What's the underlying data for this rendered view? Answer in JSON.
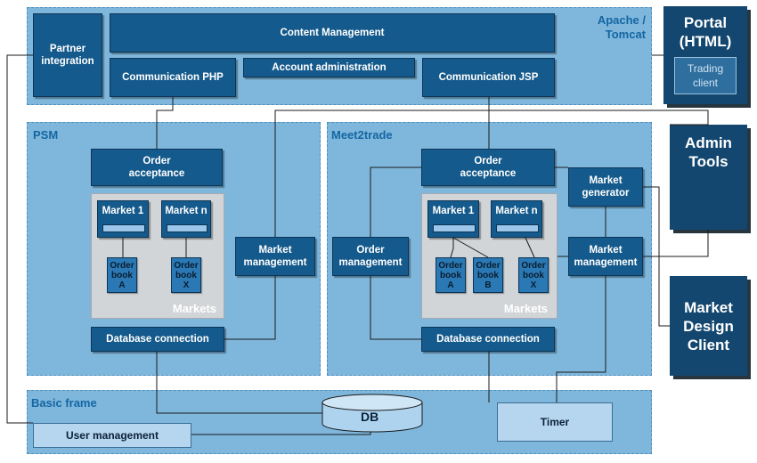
{
  "regions": {
    "tomcat": "Apache /\nTomcat",
    "psm": "PSM",
    "meet2trade": "Meet2trade",
    "basic_frame": "Basic frame"
  },
  "tomcat_boxes": {
    "partner_integration": "Partner\nintegration",
    "content_management": "Content Management",
    "account_administration": "Account administration",
    "communication_php": "Communication PHP",
    "communication_jsp": "Communication JSP"
  },
  "psm": {
    "order_acceptance": "Order\nacceptance",
    "market_1": "Market 1",
    "market_n": "Market n",
    "order_book_a": "Order\nbook\nA",
    "order_book_x": "Order\nbook\nX",
    "markets_label": "Markets",
    "market_management": "Market\nmanagement",
    "database_connection": "Database connection"
  },
  "meet2trade": {
    "order_acceptance": "Order\nacceptance",
    "market_generator": "Market\ngenerator",
    "order_management": "Order\nmanagement",
    "market_1": "Market 1",
    "market_n": "Market n",
    "order_book_a": "Order\nbook\nA",
    "order_book_b": "Order\nbook\nB",
    "order_book_x": "Order\nbook\nX",
    "markets_label": "Markets",
    "market_management": "Market\nmanagement",
    "database_connection": "Database connection"
  },
  "basic_frame": {
    "db": "DB",
    "timer": "Timer",
    "user_management": "User management"
  },
  "side_panels": {
    "portal": "Portal\n(HTML)",
    "trading_client": "Trading\nclient",
    "admin_tools": "Admin\nTools",
    "market_design_client": "Market\nDesign\nClient"
  },
  "colors": {
    "region": "#7fb7dc",
    "box_dark": "#155a8c",
    "side_panel": "#14476f",
    "markets_bg": "#d2d5d8",
    "light_box": "#b6d5ee",
    "region_label": "#1466a3"
  }
}
